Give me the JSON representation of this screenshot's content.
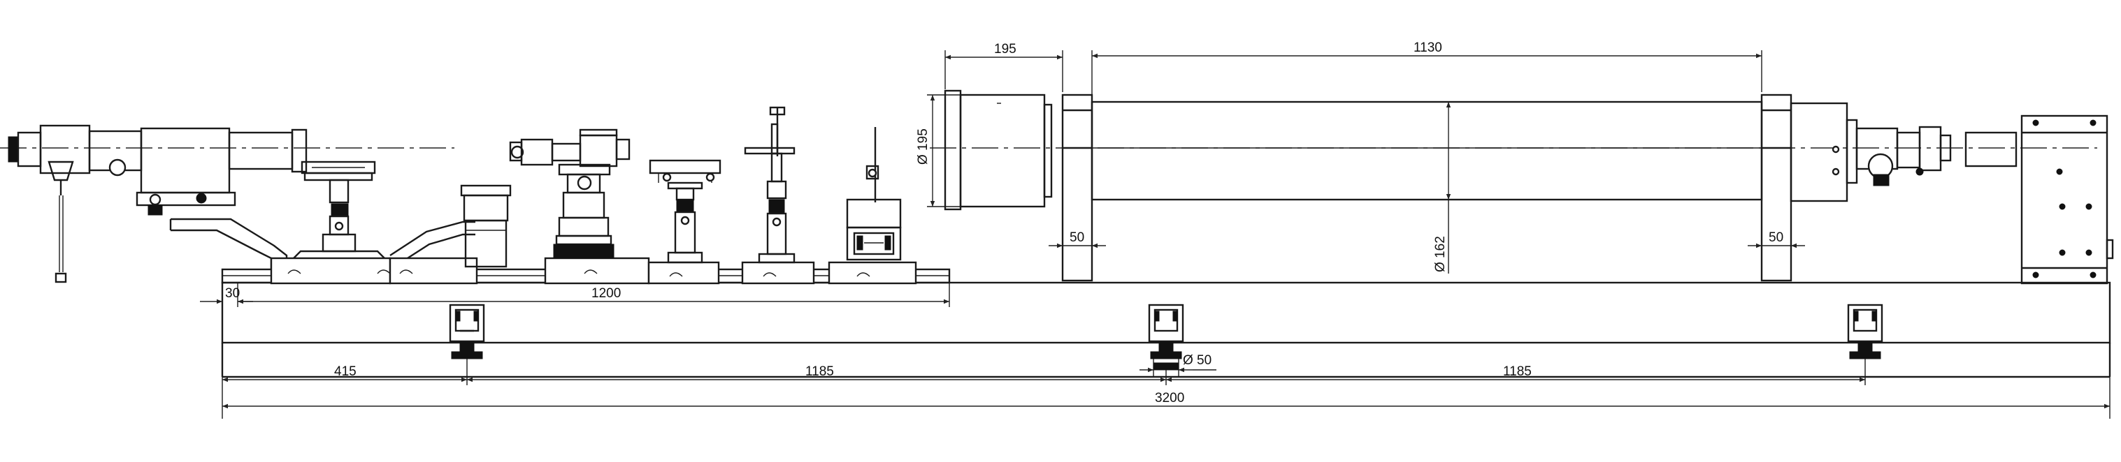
{
  "dimensions": {
    "rail_offset": "30",
    "rail_length": "1200",
    "left_support": "415",
    "span_1": "1185",
    "span_2": "1185",
    "total_length": "3200",
    "foot_diameter": "Ø 50",
    "flange_length": "195",
    "tube_length": "1130",
    "flange_diameter": "Ø 195",
    "tube_diameter": "Ø 162",
    "left_ring_width": "50",
    "right_ring_width": "50"
  },
  "colors": {
    "line": "#1a1a1a",
    "background": "#ffffff"
  }
}
